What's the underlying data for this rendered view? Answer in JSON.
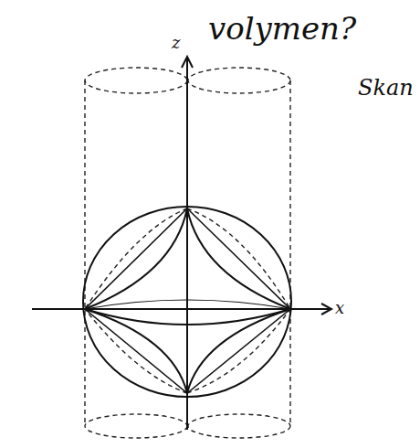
{
  "diagram": {
    "labels": [
      "volymen?",
      "z",
      "x",
      "Skan"
    ]
  }
}
